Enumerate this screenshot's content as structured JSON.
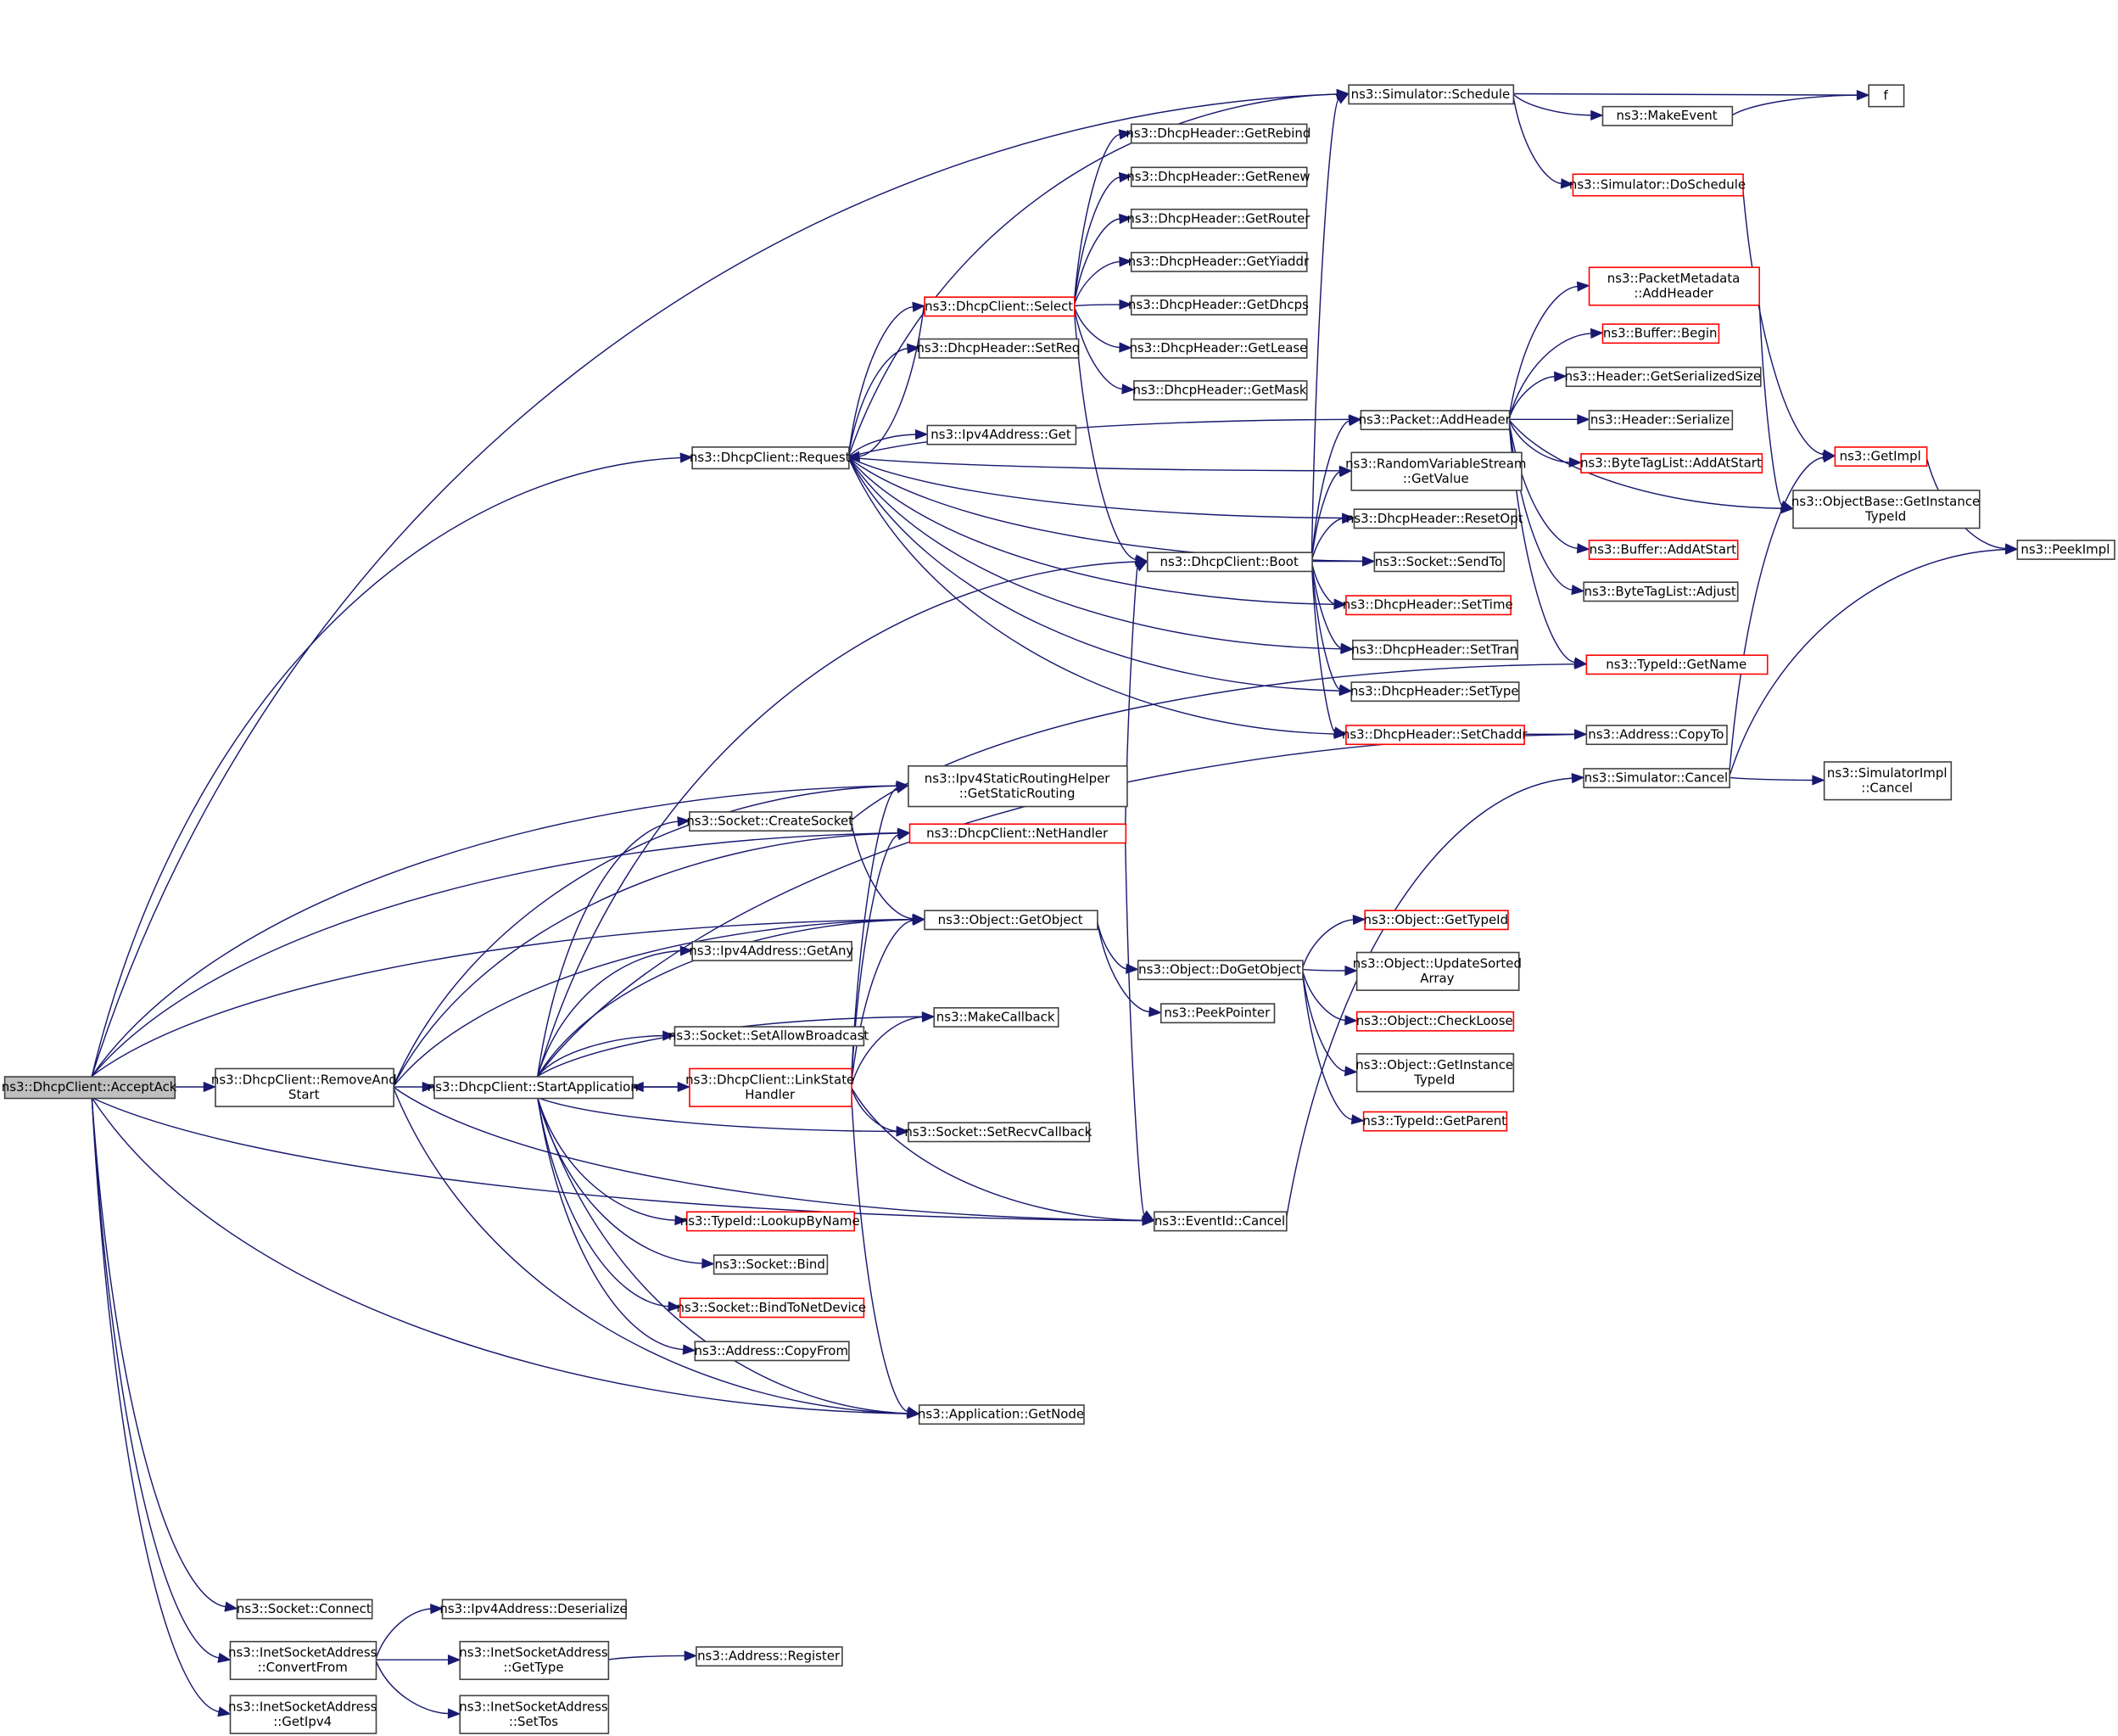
{
  "title": "ns3::DhcpClient::AcceptAck call graph",
  "colors": {
    "edge": "#191970",
    "node_border": "#404040",
    "truncated_border": "#ff0000",
    "root_fill": "#bfbfbf",
    "background": "#ffffff"
  },
  "nodes": [
    {
      "id": "AcceptAck",
      "lines": [
        "ns3::DhcpClient::AcceptAck"
      ],
      "style": "root"
    },
    {
      "id": "RemoveAndStart",
      "lines": [
        "ns3::DhcpClient::RemoveAnd",
        "Start"
      ],
      "style": "normal"
    },
    {
      "id": "StartApplication",
      "lines": [
        "ns3::DhcpClient::StartApplication"
      ],
      "style": "normal"
    },
    {
      "id": "Request",
      "lines": [
        "ns3::DhcpClient::Request"
      ],
      "style": "normal"
    },
    {
      "id": "Select",
      "lines": [
        "ns3::DhcpClient::Select"
      ],
      "style": "truncated"
    },
    {
      "id": "SetReq",
      "lines": [
        "ns3::DhcpHeader::SetReq"
      ],
      "style": "normal"
    },
    {
      "id": "Ipv4Get",
      "lines": [
        "ns3::Ipv4Address::Get"
      ],
      "style": "normal"
    },
    {
      "id": "GetRebind",
      "lines": [
        "ns3::DhcpHeader::GetRebind"
      ],
      "style": "normal"
    },
    {
      "id": "GetRenew",
      "lines": [
        "ns3::DhcpHeader::GetRenew"
      ],
      "style": "normal"
    },
    {
      "id": "GetRouter",
      "lines": [
        "ns3::DhcpHeader::GetRouter"
      ],
      "style": "normal"
    },
    {
      "id": "GetYiaddr",
      "lines": [
        "ns3::DhcpHeader::GetYiaddr"
      ],
      "style": "normal"
    },
    {
      "id": "GetDhcps",
      "lines": [
        "ns3::DhcpHeader::GetDhcps"
      ],
      "style": "normal"
    },
    {
      "id": "GetLease",
      "lines": [
        "ns3::DhcpHeader::GetLease"
      ],
      "style": "normal"
    },
    {
      "id": "GetMask",
      "lines": [
        "ns3::DhcpHeader::GetMask"
      ],
      "style": "normal"
    },
    {
      "id": "Schedule",
      "lines": [
        "ns3::Simulator::Schedule"
      ],
      "style": "normal"
    },
    {
      "id": "MakeEvent",
      "lines": [
        "ns3::MakeEvent"
      ],
      "style": "normal"
    },
    {
      "id": "f",
      "lines": [
        "f"
      ],
      "style": "normal"
    },
    {
      "id": "DoSchedule",
      "lines": [
        "ns3::Simulator::DoSchedule"
      ],
      "style": "truncated"
    },
    {
      "id": "PacketAddHeader",
      "lines": [
        "ns3::Packet::AddHeader"
      ],
      "style": "normal"
    },
    {
      "id": "RVSGetValue",
      "lines": [
        "ns3::RandomVariableStream",
        "::GetValue"
      ],
      "style": "normal"
    },
    {
      "id": "ResetOpt",
      "lines": [
        "ns3::DhcpHeader::ResetOpt"
      ],
      "style": "normal"
    },
    {
      "id": "SendTo",
      "lines": [
        "ns3::Socket::SendTo"
      ],
      "style": "normal"
    },
    {
      "id": "SetTime",
      "lines": [
        "ns3::DhcpHeader::SetTime"
      ],
      "style": "truncated"
    },
    {
      "id": "SetTran",
      "lines": [
        "ns3::DhcpHeader::SetTran"
      ],
      "style": "normal"
    },
    {
      "id": "SetType",
      "lines": [
        "ns3::DhcpHeader::SetType"
      ],
      "style": "normal"
    },
    {
      "id": "SetChaddr",
      "lines": [
        "ns3::DhcpHeader::SetChaddr"
      ],
      "style": "truncated"
    },
    {
      "id": "PMAddHeader",
      "lines": [
        "ns3::PacketMetadata",
        "::AddHeader"
      ],
      "style": "truncated"
    },
    {
      "id": "BufferBegin",
      "lines": [
        "ns3::Buffer::Begin"
      ],
      "style": "truncated"
    },
    {
      "id": "GetSerializedSize",
      "lines": [
        "ns3::Header::GetSerializedSize"
      ],
      "style": "normal"
    },
    {
      "id": "HeaderSerialize",
      "lines": [
        "ns3::Header::Serialize"
      ],
      "style": "normal"
    },
    {
      "id": "BTLAddAtStart",
      "lines": [
        "ns3::ByteTagList::AddAtStart"
      ],
      "style": "truncated"
    },
    {
      "id": "OBGetInstanceTypeId",
      "lines": [
        "ns3::ObjectBase::GetInstance",
        "TypeId"
      ],
      "style": "normal"
    },
    {
      "id": "BufferAddAtStart",
      "lines": [
        "ns3::Buffer::AddAtStart"
      ],
      "style": "truncated"
    },
    {
      "id": "BTLAdjust",
      "lines": [
        "ns3::ByteTagList::Adjust"
      ],
      "style": "normal"
    },
    {
      "id": "TypeIdGetName",
      "lines": [
        "ns3::TypeId::GetName"
      ],
      "style": "truncated"
    },
    {
      "id": "AddressCopyTo",
      "lines": [
        "ns3::Address::CopyTo"
      ],
      "style": "normal"
    },
    {
      "id": "GetImpl",
      "lines": [
        "ns3::GetImpl"
      ],
      "style": "truncated"
    },
    {
      "id": "PeekImpl",
      "lines": [
        "ns3::PeekImpl"
      ],
      "style": "normal"
    },
    {
      "id": "SimCancel",
      "lines": [
        "ns3::Simulator::Cancel"
      ],
      "style": "normal"
    },
    {
      "id": "SimImplCancel",
      "lines": [
        "ns3::SimulatorImpl",
        "::Cancel"
      ],
      "style": "normal"
    },
    {
      "id": "Boot",
      "lines": [
        "ns3::DhcpClient::Boot"
      ],
      "style": "normal"
    },
    {
      "id": "GetStaticRouting",
      "lines": [
        "ns3::Ipv4StaticRoutingHelper",
        "::GetStaticRouting"
      ],
      "style": "normal"
    },
    {
      "id": "NetHandler",
      "lines": [
        "ns3::DhcpClient::NetHandler"
      ],
      "style": "truncated"
    },
    {
      "id": "CreateSocket",
      "lines": [
        "ns3::Socket::CreateSocket"
      ],
      "style": "normal"
    },
    {
      "id": "GetObject",
      "lines": [
        "ns3::Object::GetObject"
      ],
      "style": "normal"
    },
    {
      "id": "DoGetObject",
      "lines": [
        "ns3::Object::DoGetObject"
      ],
      "style": "normal"
    },
    {
      "id": "PeekPointer",
      "lines": [
        "ns3::PeekPointer"
      ],
      "style": "normal"
    },
    {
      "id": "ObjGetTypeId",
      "lines": [
        "ns3::Object::GetTypeId"
      ],
      "style": "truncated"
    },
    {
      "id": "UpdateSortedArray",
      "lines": [
        "ns3::Object::UpdateSorted",
        "Array"
      ],
      "style": "normal"
    },
    {
      "id": "CheckLoose",
      "lines": [
        "ns3::Object::CheckLoose"
      ],
      "style": "truncated"
    },
    {
      "id": "ObjGetInstanceTypeId",
      "lines": [
        "ns3::Object::GetInstance",
        "TypeId"
      ],
      "style": "normal"
    },
    {
      "id": "GetParent",
      "lines": [
        "ns3::TypeId::GetParent"
      ],
      "style": "truncated"
    },
    {
      "id": "GetAny",
      "lines": [
        "ns3::Ipv4Address::GetAny"
      ],
      "style": "normal"
    },
    {
      "id": "MakeCallback",
      "lines": [
        "ns3::MakeCallback"
      ],
      "style": "normal"
    },
    {
      "id": "SetAllowBroadcast",
      "lines": [
        "ns3::Socket::SetAllowBroadcast"
      ],
      "style": "normal"
    },
    {
      "id": "LinkStateHandler",
      "lines": [
        "ns3::DhcpClient::LinkState",
        "Handler"
      ],
      "style": "truncated"
    },
    {
      "id": "SetRecvCallback",
      "lines": [
        "ns3::Socket::SetRecvCallback"
      ],
      "style": "normal"
    },
    {
      "id": "EventIdCancel",
      "lines": [
        "ns3::EventId::Cancel"
      ],
      "style": "normal"
    },
    {
      "id": "LookupByName",
      "lines": [
        "ns3::TypeId::LookupByName"
      ],
      "style": "truncated"
    },
    {
      "id": "SocketBind",
      "lines": [
        "ns3::Socket::Bind"
      ],
      "style": "normal"
    },
    {
      "id": "BindToNetDevice",
      "lines": [
        "ns3::Socket::BindToNetDevice"
      ],
      "style": "truncated"
    },
    {
      "id": "CopyFrom",
      "lines": [
        "ns3::Address::CopyFrom"
      ],
      "style": "normal"
    },
    {
      "id": "GetNode",
      "lines": [
        "ns3::Application::GetNode"
      ],
      "style": "normal"
    },
    {
      "id": "Connect",
      "lines": [
        "ns3::Socket::Connect"
      ],
      "style": "normal"
    },
    {
      "id": "Deserialize",
      "lines": [
        "ns3::Ipv4Address::Deserialize"
      ],
      "style": "normal"
    },
    {
      "id": "ConvertFrom",
      "lines": [
        "ns3::InetSocketAddress",
        "::ConvertFrom"
      ],
      "style": "normal"
    },
    {
      "id": "ISAGetType",
      "lines": [
        "ns3::InetSocketAddress",
        "::GetType"
      ],
      "style": "normal"
    },
    {
      "id": "AddressRegister",
      "lines": [
        "ns3::Address::Register"
      ],
      "style": "normal"
    },
    {
      "id": "GetIpv4",
      "lines": [
        "ns3::InetSocketAddress",
        "::GetIpv4"
      ],
      "style": "normal"
    },
    {
      "id": "SetTos",
      "lines": [
        "ns3::InetSocketAddress",
        "::SetTos"
      ],
      "style": "normal"
    }
  ],
  "edges": [
    [
      "AcceptAck",
      "RemoveAndStart"
    ],
    [
      "AcceptAck",
      "Schedule"
    ],
    [
      "AcceptAck",
      "Request"
    ],
    [
      "AcceptAck",
      "GetStaticRouting"
    ],
    [
      "AcceptAck",
      "NetHandler"
    ],
    [
      "AcceptAck",
      "GetObject"
    ],
    [
      "AcceptAck",
      "GetNode"
    ],
    [
      "AcceptAck",
      "EventIdCancel"
    ],
    [
      "AcceptAck",
      "Connect"
    ],
    [
      "AcceptAck",
      "ConvertFrom"
    ],
    [
      "AcceptAck",
      "GetIpv4"
    ],
    [
      "RemoveAndStart",
      "StartApplication"
    ],
    [
      "RemoveAndStart",
      "GetStaticRouting"
    ],
    [
      "RemoveAndStart",
      "NetHandler"
    ],
    [
      "RemoveAndStart",
      "GetObject"
    ],
    [
      "RemoveAndStart",
      "GetNode"
    ],
    [
      "RemoveAndStart",
      "EventIdCancel"
    ],
    [
      "StartApplication",
      "Boot"
    ],
    [
      "StartApplication",
      "CreateSocket"
    ],
    [
      "StartApplication",
      "GetObject"
    ],
    [
      "StartApplication",
      "GetAny"
    ],
    [
      "StartApplication",
      "MakeCallback"
    ],
    [
      "StartApplication",
      "SetAllowBroadcast"
    ],
    [
      "StartApplication",
      "LinkStateHandler"
    ],
    [
      "StartApplication",
      "SetRecvCallback"
    ],
    [
      "StartApplication",
      "AddressCopyTo"
    ],
    [
      "StartApplication",
      "LookupByName"
    ],
    [
      "StartApplication",
      "SocketBind"
    ],
    [
      "StartApplication",
      "BindToNetDevice"
    ],
    [
      "StartApplication",
      "CopyFrom"
    ],
    [
      "StartApplication",
      "GetNode"
    ],
    [
      "LinkStateHandler",
      "StartApplication"
    ],
    [
      "LinkStateHandler",
      "GetStaticRouting"
    ],
    [
      "LinkStateHandler",
      "NetHandler"
    ],
    [
      "LinkStateHandler",
      "GetObject"
    ],
    [
      "LinkStateHandler",
      "MakeCallback"
    ],
    [
      "LinkStateHandler",
      "SetRecvCallback"
    ],
    [
      "LinkStateHandler",
      "EventIdCancel"
    ],
    [
      "LinkStateHandler",
      "GetNode"
    ],
    [
      "Request",
      "Schedule"
    ],
    [
      "Request",
      "Select"
    ],
    [
      "Request",
      "SetReq"
    ],
    [
      "Request",
      "Ipv4Get"
    ],
    [
      "Request",
      "PacketAddHeader"
    ],
    [
      "Request",
      "RVSGetValue"
    ],
    [
      "Request",
      "ResetOpt"
    ],
    [
      "Request",
      "SendTo"
    ],
    [
      "Request",
      "SetTime"
    ],
    [
      "Request",
      "SetTran"
    ],
    [
      "Request",
      "SetType"
    ],
    [
      "Request",
      "SetChaddr"
    ],
    [
      "Select",
      "Request"
    ],
    [
      "Select",
      "GetRebind"
    ],
    [
      "Select",
      "GetRenew"
    ],
    [
      "Select",
      "GetRouter"
    ],
    [
      "Select",
      "GetYiaddr"
    ],
    [
      "Select",
      "GetDhcps"
    ],
    [
      "Select",
      "GetLease"
    ],
    [
      "Select",
      "GetMask"
    ],
    [
      "Select",
      "Boot"
    ],
    [
      "Boot",
      "Schedule"
    ],
    [
      "Boot",
      "PacketAddHeader"
    ],
    [
      "Boot",
      "RVSGetValue"
    ],
    [
      "Boot",
      "ResetOpt"
    ],
    [
      "Boot",
      "SendTo"
    ],
    [
      "Boot",
      "SetTime"
    ],
    [
      "Boot",
      "SetTran"
    ],
    [
      "Boot",
      "SetType"
    ],
    [
      "Boot",
      "SetChaddr"
    ],
    [
      "NetHandler",
      "Boot"
    ],
    [
      "NetHandler",
      "EventIdCancel"
    ],
    [
      "CreateSocket",
      "GetObject"
    ],
    [
      "CreateSocket",
      "TypeIdGetName"
    ],
    [
      "Schedule",
      "f"
    ],
    [
      "Schedule",
      "MakeEvent"
    ],
    [
      "Schedule",
      "DoSchedule"
    ],
    [
      "MakeEvent",
      "f"
    ],
    [
      "DoSchedule",
      "GetImpl"
    ],
    [
      "GetImpl",
      "PeekImpl"
    ],
    [
      "PacketAddHeader",
      "PMAddHeader"
    ],
    [
      "PacketAddHeader",
      "BufferBegin"
    ],
    [
      "PacketAddHeader",
      "GetSerializedSize"
    ],
    [
      "PacketAddHeader",
      "HeaderSerialize"
    ],
    [
      "PacketAddHeader",
      "BTLAddAtStart"
    ],
    [
      "PacketAddHeader",
      "OBGetInstanceTypeId"
    ],
    [
      "PacketAddHeader",
      "BufferAddAtStart"
    ],
    [
      "PacketAddHeader",
      "BTLAdjust"
    ],
    [
      "PacketAddHeader",
      "TypeIdGetName"
    ],
    [
      "PMAddHeader",
      "OBGetInstanceTypeId"
    ],
    [
      "SetChaddr",
      "AddressCopyTo"
    ],
    [
      "EventIdCancel",
      "SimCancel"
    ],
    [
      "SimCancel",
      "GetImpl"
    ],
    [
      "SimCancel",
      "PeekImpl"
    ],
    [
      "SimCancel",
      "SimImplCancel"
    ],
    [
      "GetObject",
      "DoGetObject"
    ],
    [
      "GetObject",
      "PeekPointer"
    ],
    [
      "DoGetObject",
      "ObjGetTypeId"
    ],
    [
      "DoGetObject",
      "UpdateSortedArray"
    ],
    [
      "DoGetObject",
      "CheckLoose"
    ],
    [
      "DoGetObject",
      "ObjGetInstanceTypeId"
    ],
    [
      "DoGetObject",
      "GetParent"
    ],
    [
      "ConvertFrom",
      "Deserialize"
    ],
    [
      "ConvertFrom",
      "ISAGetType"
    ],
    [
      "ConvertFrom",
      "SetTos"
    ],
    [
      "ISAGetType",
      "AddressRegister"
    ]
  ]
}
